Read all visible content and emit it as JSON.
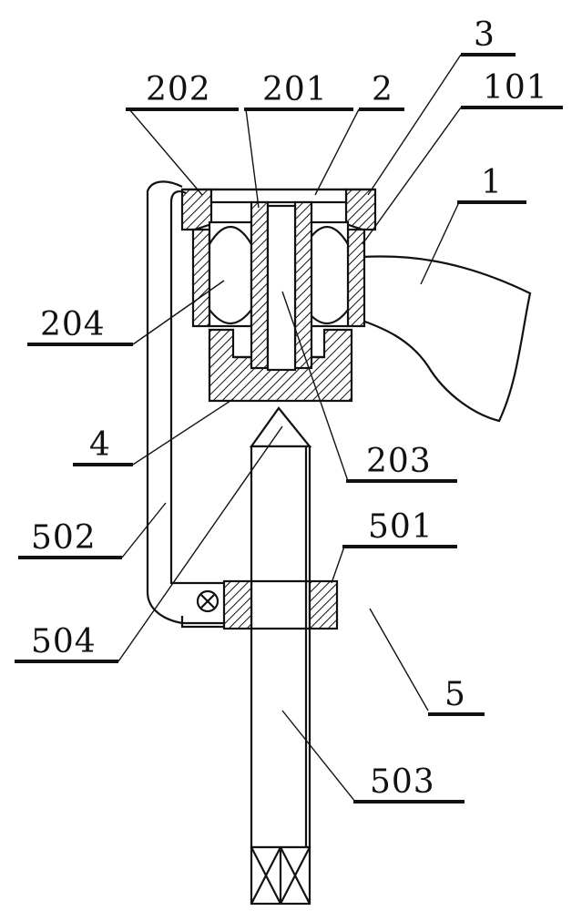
{
  "labels": {
    "l1": "1",
    "l2": "2",
    "l3": "3",
    "l4": "4",
    "l5": "5",
    "l101": "101",
    "l201": "201",
    "l202": "202",
    "l203": "203",
    "l204": "204",
    "l501": "501",
    "l502": "502",
    "l503": "503",
    "l504": "504"
  }
}
